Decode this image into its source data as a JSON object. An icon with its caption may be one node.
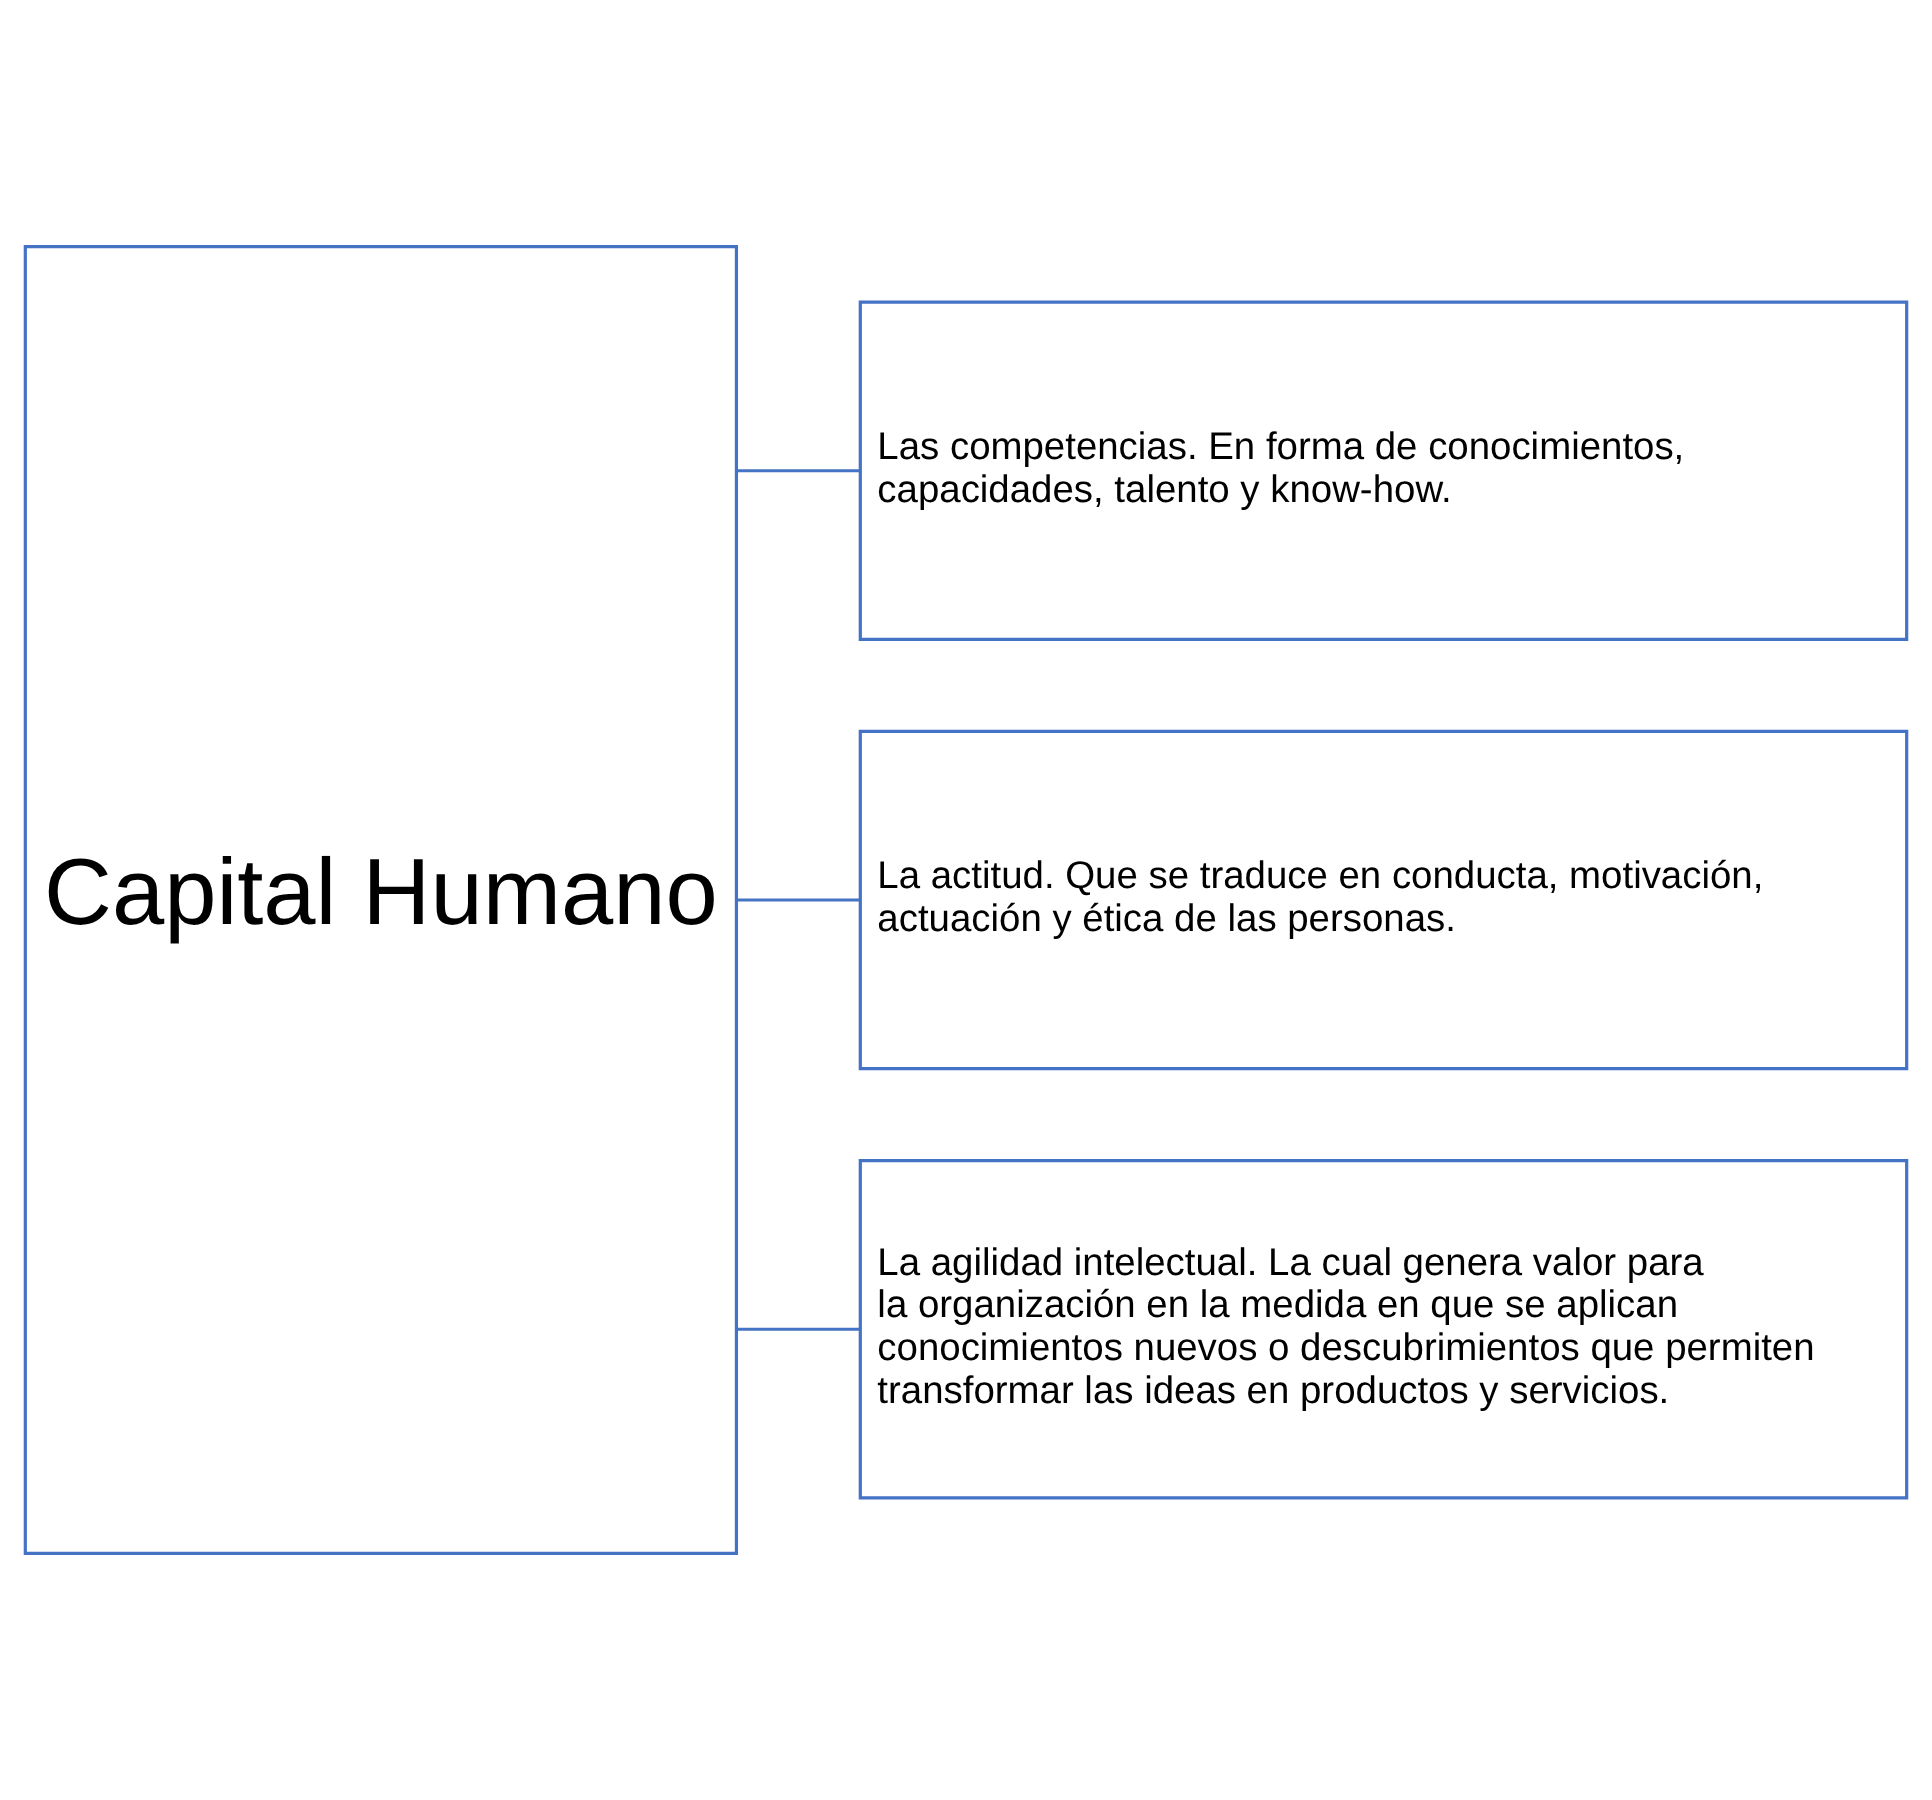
{
  "diagram": {
    "nodes": [
      {
        "text": [
          "Capital Humano"
        ]
      },
      {
        "text": [
          "Las competencias. En forma de conocimientos, capacidades, talento y know-how."
        ]
      },
      {
        "text": [
          "La actitud. Que se traduce en conducta, motivación, actuación y ética de las personas."
        ]
      },
      {
        "text": [
          "La agilidad intelectual. La cual genera valor para la organización en la medida en que se aplican conocimientos nuevos o descubrimientos que permiten transformar las ideas en productos y servicios."
        ]
      }
    ],
    "edges": [
      {
        "from": 0,
        "to": 1,
        "arrow": "none"
      },
      {
        "from": 0,
        "to": 2,
        "arrow": "none"
      },
      {
        "from": 0,
        "to": 3,
        "arrow": "none"
      }
    ]
  }
}
